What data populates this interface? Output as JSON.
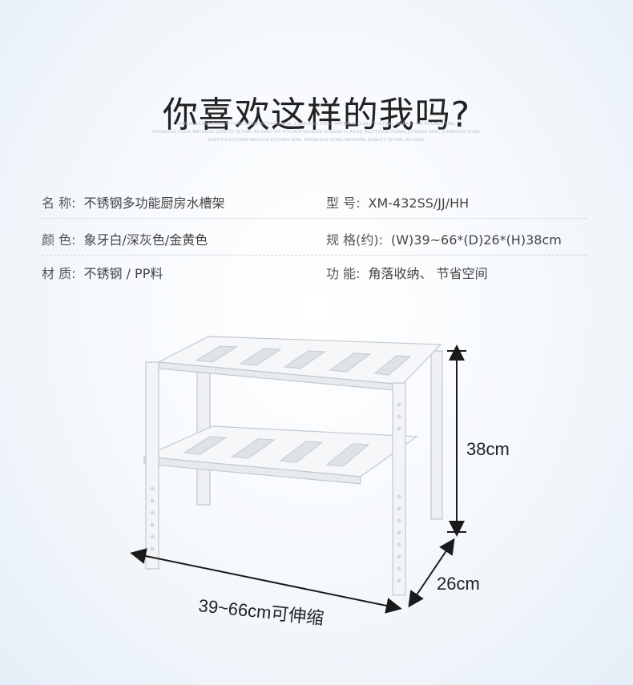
{
  "title": "你喜欢这样的我吗?",
  "tagline": [
    "KOREAN CLASSIC MULTI-FUNCTIONAL KITCHEN SINK, STAINLESS STEEL MATERIAL QUALITY IS FINE, AN EASY FIX KITCHEN SINK,",
    "STAINLESS STEEL MATERIAL QUALITY IS FINE, AN EASY FIX KITCHEN RECEIVE.KOREAN CLASSIC MULTI-FUNCTIONAL KITCHEN SINK, STAINLESS STEEL",
    "EASY FIX KITCHEN RECEIVE.KITCHEN SINK, STAINLESS STEEL MATERIAL QUALITY IS FINE, AN EASY"
  ],
  "specs": [
    {
      "label": "名 称:",
      "value": "不锈钢多功能厨房水槽架"
    },
    {
      "label": "型 号:",
      "value": "XM-432SS/JJ/HH"
    },
    {
      "label": "颜 色:",
      "value": "象牙白/深灰色/金黄色"
    },
    {
      "label": "规 格(约):",
      "value": "(W)39~66*(D)26*(H)38cm"
    },
    {
      "label": "材 质:",
      "value": "不锈钢 / PP料"
    },
    {
      "label": "功 能:",
      "value": "角落收纳、 节省空间"
    }
  ],
  "dimensions": {
    "height": "38cm",
    "depth": "26cm",
    "width": "39~66cm可伸缩"
  },
  "colors": {
    "title": "#222222",
    "text": "#444444",
    "shelf": "#f7f8fa",
    "shelf_edge": "#c9ced6",
    "arrow": "#1a1a1a"
  }
}
